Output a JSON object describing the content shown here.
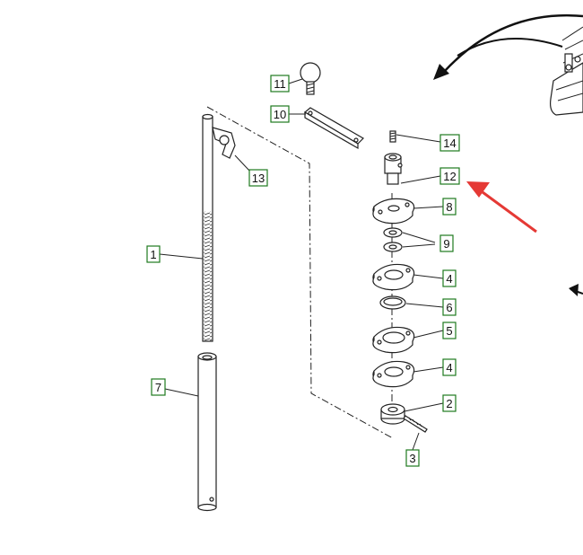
{
  "diagram": {
    "callouts": [
      {
        "id": "label-1",
        "text": "1"
      },
      {
        "id": "label-2",
        "text": "2"
      },
      {
        "id": "label-3",
        "text": "3"
      },
      {
        "id": "label-4a",
        "text": "4"
      },
      {
        "id": "label-4b",
        "text": "4"
      },
      {
        "id": "label-5",
        "text": "5"
      },
      {
        "id": "label-6",
        "text": "6"
      },
      {
        "id": "label-7",
        "text": "7"
      },
      {
        "id": "label-8",
        "text": "8"
      },
      {
        "id": "label-9",
        "text": "9"
      },
      {
        "id": "label-10",
        "text": "10"
      },
      {
        "id": "label-11",
        "text": "11"
      },
      {
        "id": "label-12",
        "text": "12"
      },
      {
        "id": "label-13",
        "text": "13"
      },
      {
        "id": "label-14",
        "text": "14"
      }
    ],
    "colors": {
      "callout_border": "#1e7a1e",
      "highlight_arrow": "#e53935",
      "ink": "#222222"
    }
  }
}
